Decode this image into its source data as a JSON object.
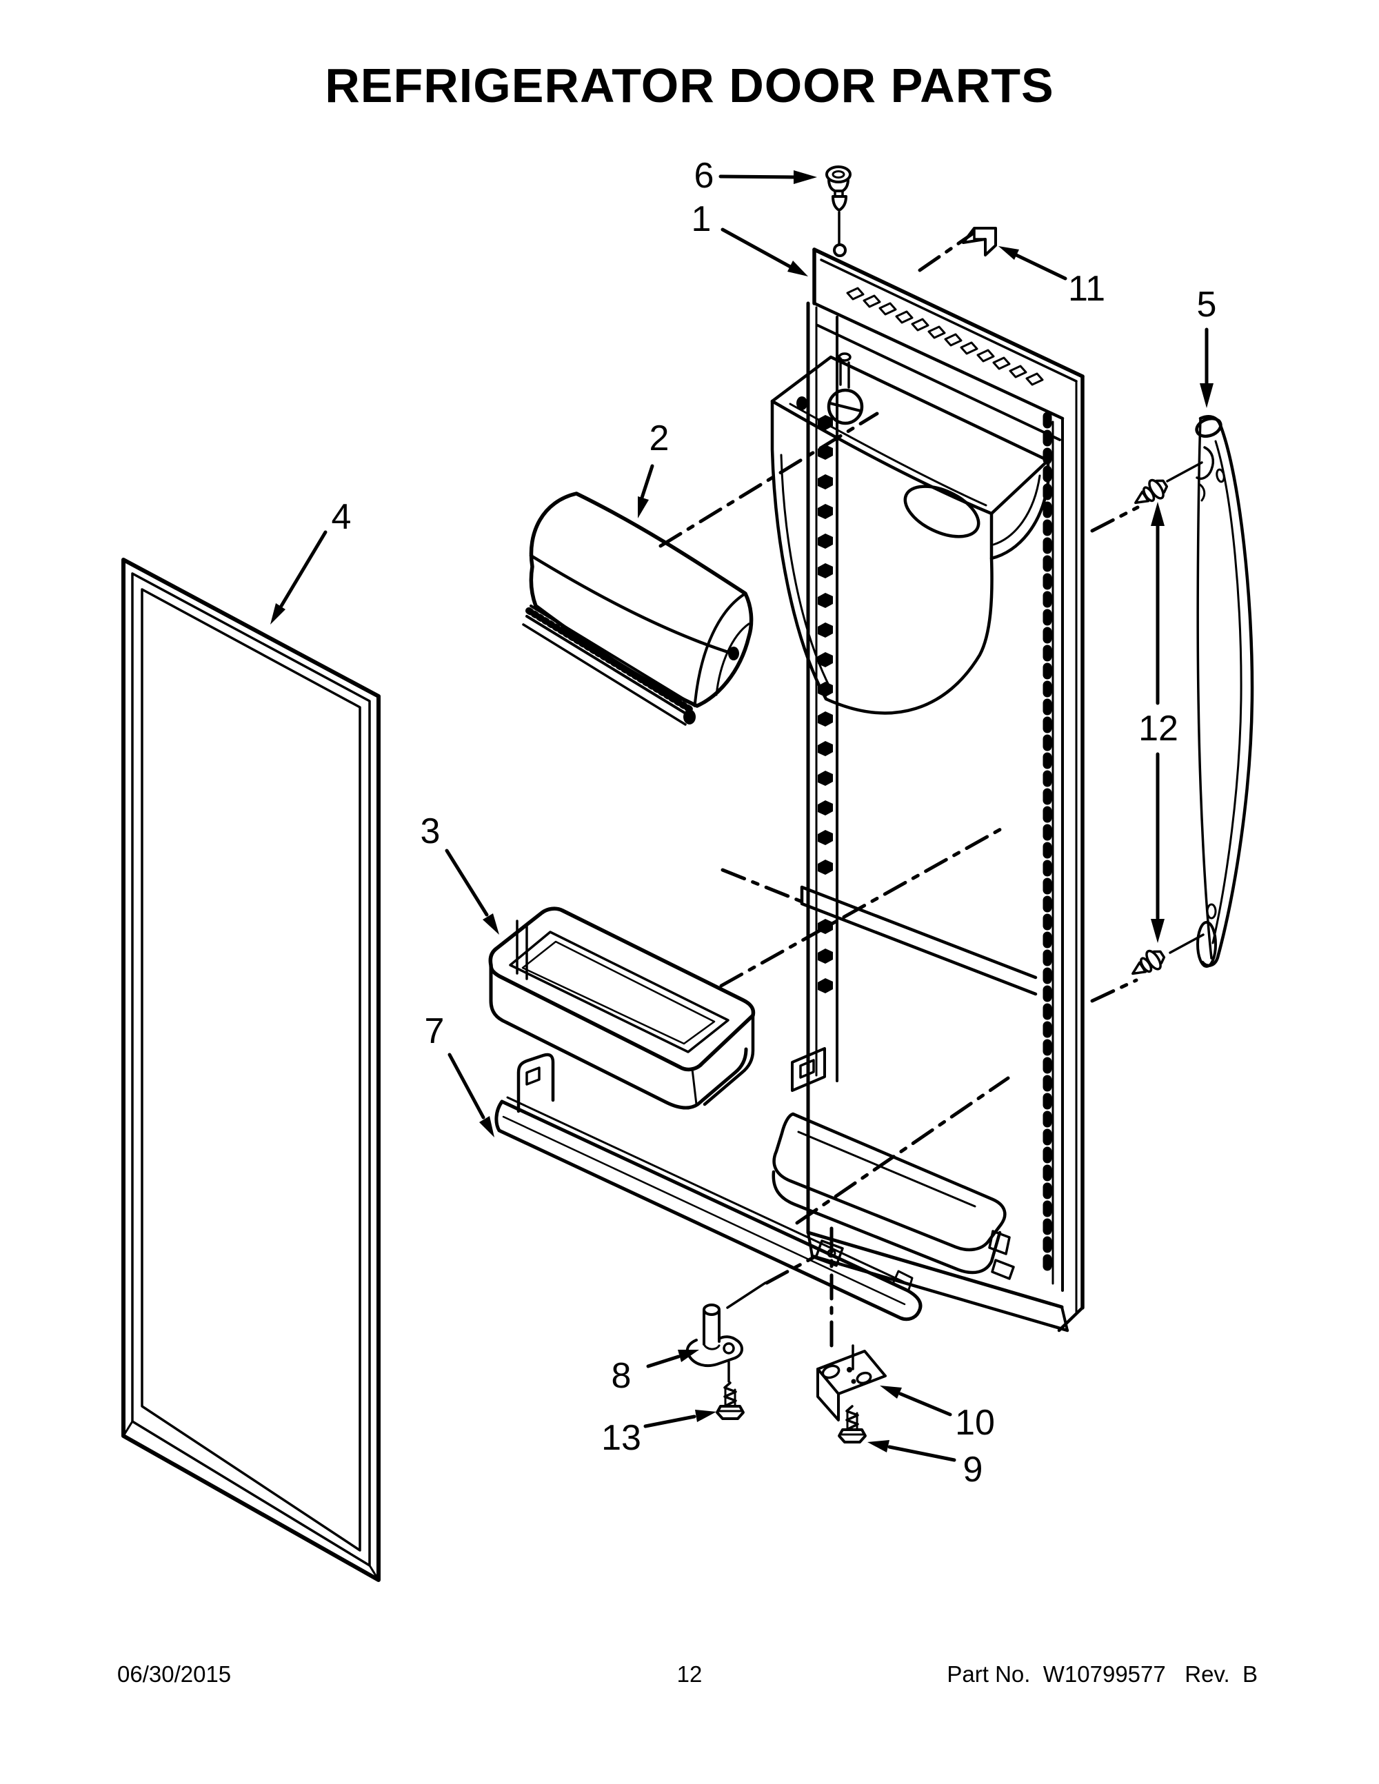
{
  "title": "REFRIGERATOR DOOR PARTS",
  "footer": {
    "date": "06/30/2015",
    "page": "12",
    "part_label": "Part No.  W10799577   Rev.  B"
  },
  "callouts": {
    "c1": "1",
    "c2": "2",
    "c3": "3",
    "c4": "4",
    "c5": "5",
    "c6": "6",
    "c7": "7",
    "c8": "8",
    "c9": "9",
    "c10": "10",
    "c11": "11",
    "c12": "12",
    "c13": "13"
  },
  "colors": {
    "ink": "#000000",
    "paper": "#ffffff"
  }
}
